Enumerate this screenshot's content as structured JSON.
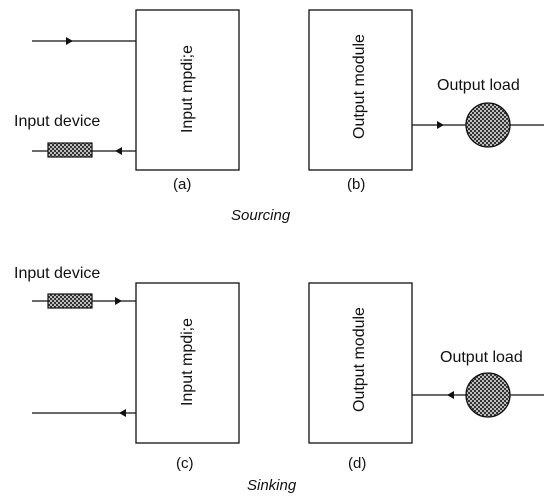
{
  "sourcing": {
    "title": "Sourcing",
    "input_module": {
      "label": "Input mpdi;e",
      "caption": "(a)"
    },
    "output_module": {
      "label": "Output module",
      "caption": "(b)"
    },
    "input_device_label": "Input device",
    "output_load_label": "Output load"
  },
  "sinking": {
    "title": "Sinking",
    "input_module": {
      "label": "Input mpdi;e",
      "caption": "(c)"
    },
    "output_module": {
      "label": "Output module",
      "caption": "(d)"
    },
    "input_device_label": "Input device",
    "output_load_label": "Output load"
  },
  "colors": {
    "line": "#111111",
    "device_fill": "#888888",
    "load_fill": "#999999"
  }
}
